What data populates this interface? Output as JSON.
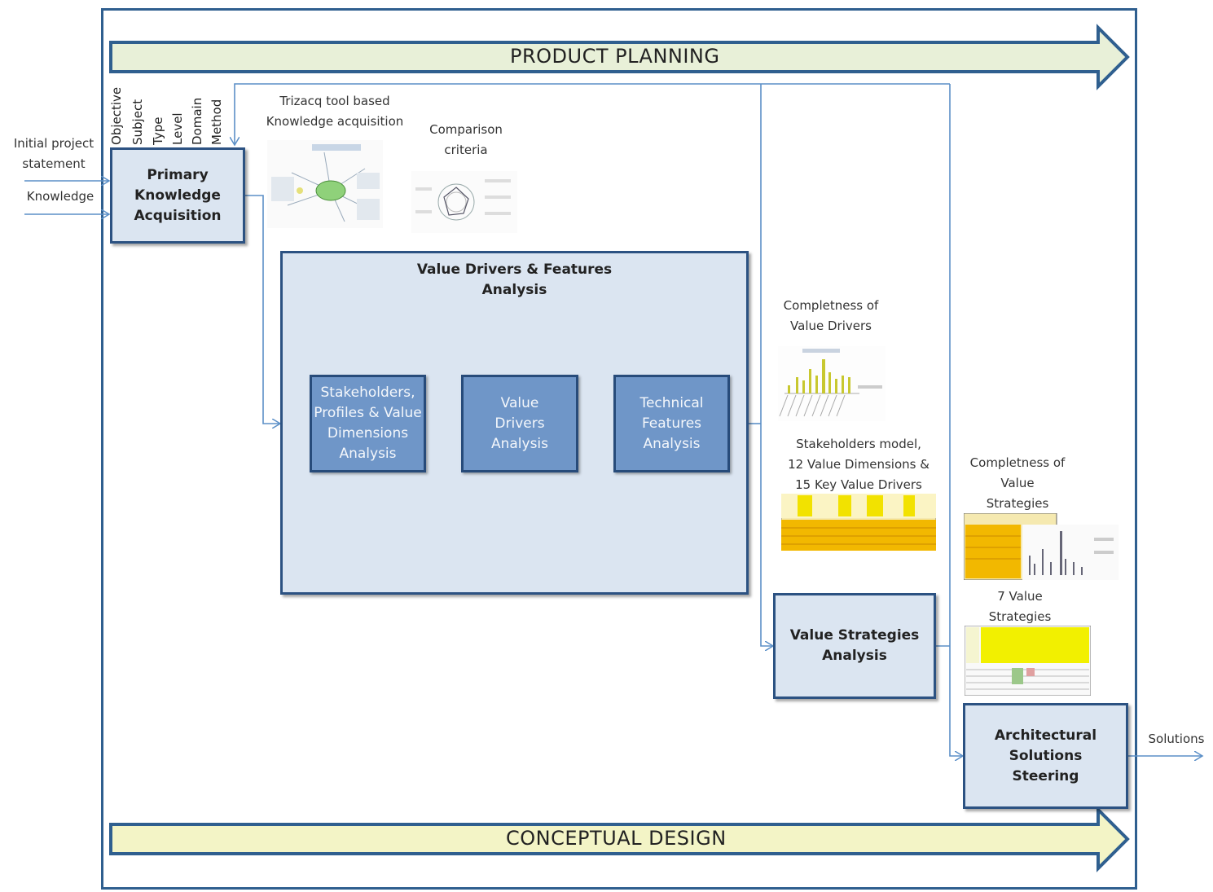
{
  "banners": {
    "top": "PRODUCT PLANNING",
    "bottom": "CONCEPTUAL DESIGN"
  },
  "inputs": {
    "initial_project_statement": "Initial project\nstatement",
    "knowledge": "Knowledge"
  },
  "vertical_labels": [
    "Objective",
    "Subject",
    "Type",
    "Level",
    "Domain",
    "Method"
  ],
  "boxes": {
    "primary": "Primary\nKnowledge\nAcquisition",
    "value_drivers_features": "Value  Drivers & Features\nAnalysis",
    "stakeholders": "Stakeholders,\nProfiles & Value\nDimensions\nAnalysis",
    "value_drivers": "Value\nDrivers\nAnalysis",
    "technical_features": "Technical\nFeatures\nAnalysis",
    "value_strategies": "Value Strategies\nAnalysis",
    "architectural": "Architectural\nSolutions\nSteering"
  },
  "annotations": {
    "trizacq": "Trizacq tool based\nKnowledge acquisition",
    "comparison": "Comparison\ncriteria",
    "completeness_drivers": "Completness of\nValue Drivers",
    "stakeholders_model": "Stakeholders model,\n12 Value Dimensions &\n15 Key Value Drivers",
    "completeness_strategies": "Completness of\nValue\nStrategies",
    "seven_strategies": "7 Value\nStrategies",
    "solutions": "Solutions"
  },
  "colors": {
    "banner_fill": "#e8f0d8",
    "banner_stroke": "#2f5f8f",
    "box_fill": "#dbe5f1",
    "inner_fill": "#6f96c8",
    "line": "#5b8fc7",
    "yellow": "#f2c200"
  }
}
